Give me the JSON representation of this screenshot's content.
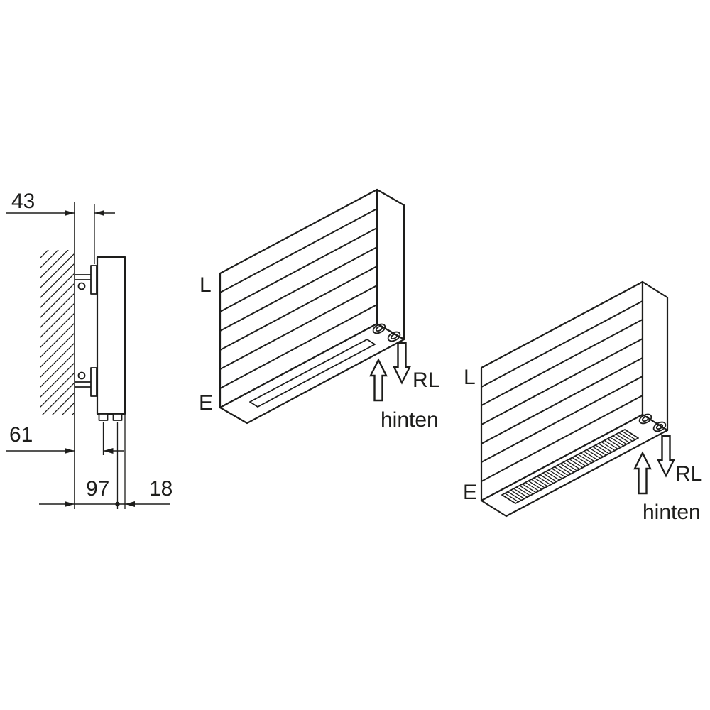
{
  "colors": {
    "line": "#1d1d1b",
    "background": "#ffffff"
  },
  "side_view": {
    "dim_bracket_depth": "43",
    "dim_wall_to_pipe1": "61",
    "dim_wall_to_pipe2": "97",
    "dim_pipe_to_front": "18"
  },
  "radiator_flat_bottom": {
    "label_l": "L",
    "label_e": "E",
    "label_rl": "RL",
    "label_hinten": "hinten"
  },
  "radiator_grille_bottom": {
    "label_l": "L",
    "label_e": "E",
    "label_rl": "RL",
    "label_hinten": "hinten"
  }
}
